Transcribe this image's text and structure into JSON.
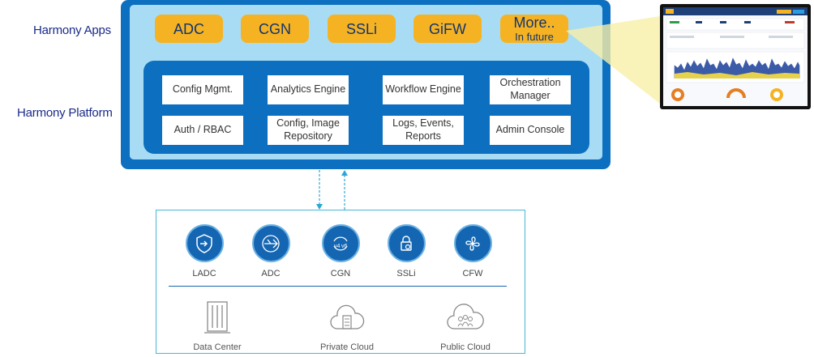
{
  "labels": {
    "apps": "Harmony Apps",
    "platform": "Harmony Platform"
  },
  "apps": [
    {
      "label": "ADC"
    },
    {
      "label": "CGN"
    },
    {
      "label": "SSLi"
    },
    {
      "label": "GiFW"
    },
    {
      "label": "More..",
      "sub": "In future"
    }
  ],
  "platform_services": [
    "Config Mgmt.",
    "Analytics Engine",
    "Workflow Engine",
    "Orchestration Manager",
    "Auth / RBAC",
    "Config, Image Repository",
    "Logs, Events, Reports",
    "Admin Console"
  ],
  "nodes": [
    {
      "label": "LADC",
      "icon": "shield-arrow-icon"
    },
    {
      "label": "ADC",
      "icon": "arrows-split-icon"
    },
    {
      "label": "CGN",
      "icon": "v4-v6-cycle-icon"
    },
    {
      "label": "SSLi",
      "icon": "lock-icon"
    },
    {
      "label": "CFW",
      "icon": "fan-icon"
    }
  ],
  "infrastructure": [
    {
      "label": "Data Center",
      "icon": "server-rack-icon"
    },
    {
      "label": "Private Cloud",
      "icon": "cloud-building-icon"
    },
    {
      "label": "Public Cloud",
      "icon": "cloud-people-icon"
    }
  ],
  "colors": {
    "platform_blue": "#0c6fbf",
    "light_blue": "#a8dcf4",
    "app_orange": "#f5b323",
    "label_navy": "#1a2a8a",
    "border_cyan": "#47b8d9",
    "icon_blue": "#1566b2"
  }
}
